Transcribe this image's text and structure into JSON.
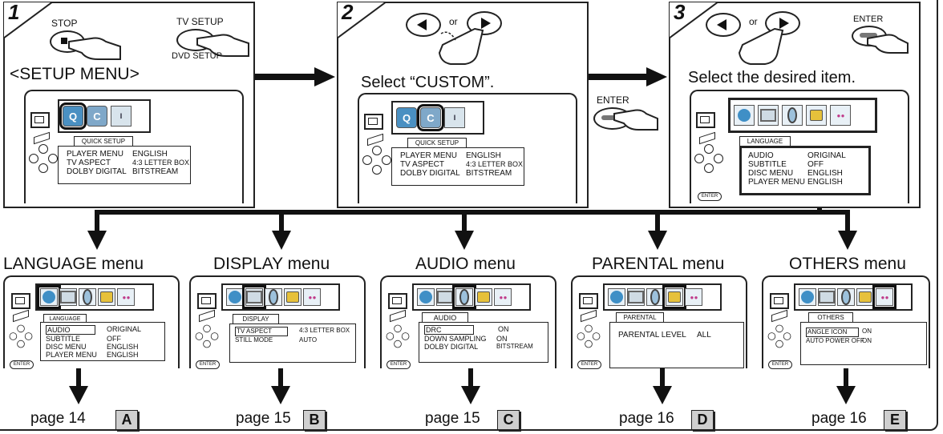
{
  "steps": [
    {
      "num": "1",
      "caption": "<SETUP MENU>",
      "stop_label": "STOP",
      "setup_label": "TV SETUP",
      "setup_sub": "DVD SETUP"
    },
    {
      "num": "2",
      "caption": "Select “CUSTOM”.",
      "or_label": "or"
    },
    {
      "num": "3",
      "caption": "Select the desired item.",
      "or_label": "or",
      "enter_label": "ENTER"
    }
  ],
  "enter_between": "ENTER",
  "quick_setup": {
    "tab": "QUICK SETUP",
    "rows": [
      {
        "key": "PLAYER MENU",
        "val": "ENGLISH"
      },
      {
        "key": "TV ASPECT",
        "val": "4:3 LETTER BOX"
      },
      {
        "key": "DOLBY DIGITAL",
        "val": "BITSTREAM"
      }
    ],
    "icon_labels": {
      "quick": "Q",
      "custom": "C",
      "initialize": "I"
    }
  },
  "step3_osd": {
    "tab": "LANGUAGE",
    "rows": [
      {
        "key": "AUDIO",
        "val": "ORIGINAL"
      },
      {
        "key": "SUBTITLE",
        "val": "OFF"
      },
      {
        "key": "DISC MENU",
        "val": "ENGLISH"
      },
      {
        "key": "PLAYER MENU",
        "val": "ENGLISH"
      }
    ],
    "enter_pill": "ENTER"
  },
  "menus": [
    {
      "title": "LANGUAGE menu",
      "tab": "LANGUAGE",
      "rows": [
        {
          "key": "AUDIO",
          "val": "ORIGINAL"
        },
        {
          "key": "SUBTITLE",
          "val": "OFF"
        },
        {
          "key": "DISC MENU",
          "val": "ENGLISH"
        },
        {
          "key": "PLAYER MENU",
          "val": "ENGLISH"
        }
      ],
      "page": "page 14",
      "letter": "A"
    },
    {
      "title": "DISPLAY menu",
      "tab": "DISPLAY",
      "rows": [
        {
          "key": "TV ASPECT",
          "val": "4:3 LETTER BOX"
        },
        {
          "key": "STILL MODE",
          "val": "AUTO"
        }
      ],
      "page": "page 15",
      "letter": "B"
    },
    {
      "title": "AUDIO menu",
      "tab": "AUDIO",
      "rows": [
        {
          "key": "DRC",
          "val": "ON"
        },
        {
          "key": "DOWN SAMPLING",
          "val": "ON"
        },
        {
          "key": "DOLBY DIGITAL",
          "val": "BITSTREAM"
        }
      ],
      "page": "page 15",
      "letter": "C"
    },
    {
      "title": "PARENTAL menu",
      "tab": "PARENTAL",
      "rows": [
        {
          "key": "PARENTAL LEVEL",
          "val": "ALL"
        }
      ],
      "page": "page 16",
      "letter": "D"
    },
    {
      "title": "OTHERS menu",
      "tab": "OTHERS",
      "rows": [
        {
          "key": "ANGLE ICON",
          "val": "ON"
        },
        {
          "key": "AUTO POWER OFF",
          "val": "ON"
        }
      ],
      "page": "page 16",
      "letter": "E"
    }
  ],
  "enter_pill": "ENTER"
}
